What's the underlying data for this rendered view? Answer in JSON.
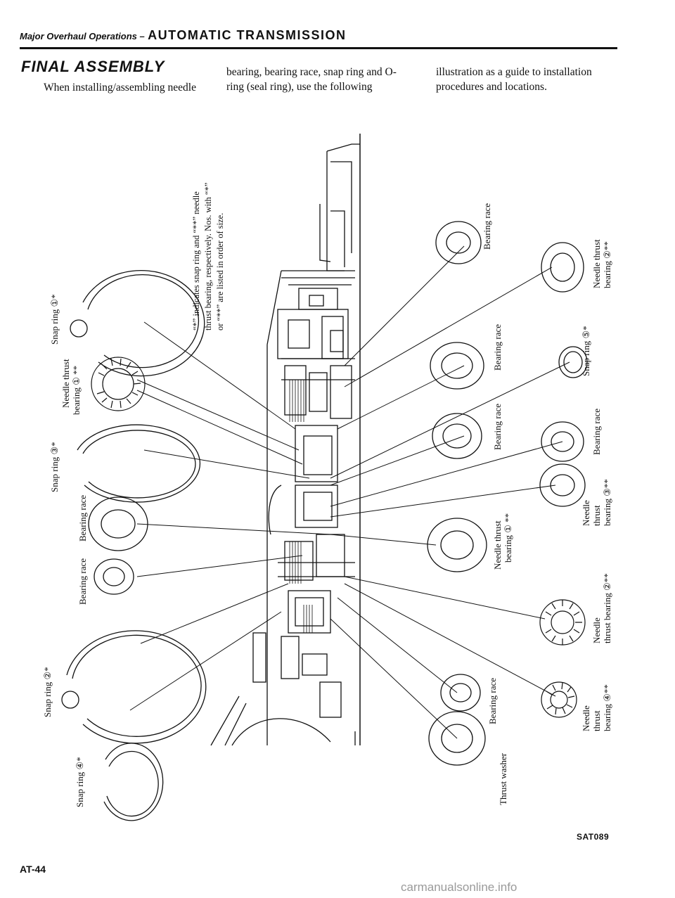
{
  "header": {
    "section": "Major Overhaul Operations –",
    "chapter": "AUTOMATIC TRANSMISSION"
  },
  "title": "FINAL ASSEMBLY",
  "intro": {
    "col1": "When installing/assembling needle",
    "col2": "bearing, bearing race, snap ring and O-ring (seal ring), use the following",
    "col3": "illustration as a guide to installation procedures and locations."
  },
  "note": {
    "line1": "“*” indicates snap ring and “**” needle",
    "line2": "thrust bearing, respectively. Nos. with “*”",
    "line3": "or “**” are listed in order of size."
  },
  "labels": {
    "snap_ring_1": "Snap ring ①*",
    "needle_thrust_bearing_1_left_a": "Needle thrust",
    "needle_thrust_bearing_1_left_b": "bearing ① **",
    "snap_ring_3": "Snap ring ③*",
    "bearing_race_left_1": "Bearing race",
    "bearing_race_left_2": "Bearing race",
    "snap_ring_2": "Snap ring ②*",
    "snap_ring_4": "Snap ring ④*",
    "bearing_race_right_top": "Bearing race",
    "needle_thrust_bearing_2_top_a": "Needle thrust",
    "needle_thrust_bearing_2_top_b": "bearing ②**",
    "bearing_race_right_2": "Bearing race",
    "snap_ring_5": "Snap ring ⑤*",
    "bearing_race_right_3": "Bearing race",
    "bearing_race_right_4": "Bearing race",
    "needle_bearing_3_a": "Needle",
    "needle_bearing_3_b": "thrust",
    "needle_bearing_3_c": "bearing ③**",
    "needle_thrust_bearing_1_mid_a": "Needle thrust",
    "needle_thrust_bearing_1_mid_b": "bearing ① **",
    "needle_thrust_bearing_2_low_a": "Needle",
    "needle_thrust_bearing_2_low_b": "thrust bearing ②**",
    "bearing_race_bottom": "Bearing race",
    "needle_bearing_4_a": "Needle",
    "needle_bearing_4_b": "thrust",
    "needle_bearing_4_c": "bearing ④**",
    "thrust_washer": "Thrust washer"
  },
  "figure_code": "SAT089",
  "page_number": "AT-44",
  "watermark": "carmanualsonline.info"
}
